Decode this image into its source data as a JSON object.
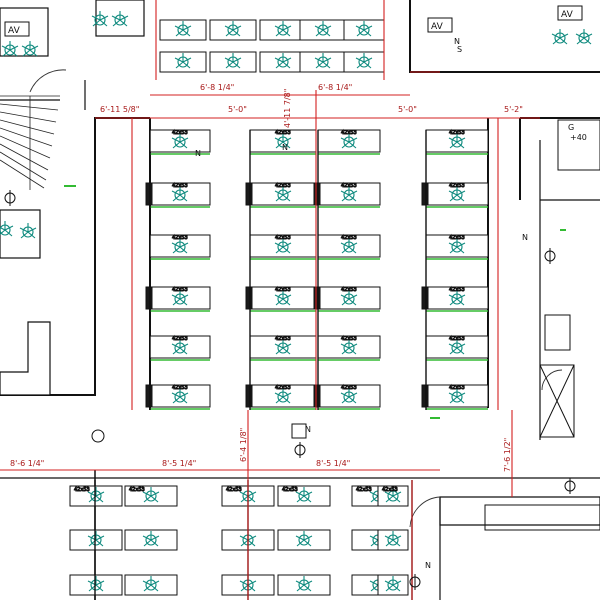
{
  "colors": {
    "wall": "#111111",
    "fine": "#333333",
    "dimension": "#d32020",
    "furniture": "#0e8a7e",
    "green": "#33bb33",
    "cabinet": "#1a1a1a"
  },
  "dimensions": {
    "d1": "6'-11 5/8\"",
    "d2": "5'-0\"",
    "d3": "4'-11 7/8\"",
    "d4": "5'-0\"",
    "d5": "5'-2\"",
    "d6": "6'-8 1/4\"",
    "d7": "6'-8 1/4\"",
    "d8": "6'-4 1/8\"",
    "d9": "7'-6 1/2\"",
    "d10": "8'-6 1/4\"",
    "d11": "8'-5 1/4\"",
    "d12": "8'-5 1/4\""
  },
  "labels": {
    "desk_size": "42x53",
    "av": "AV",
    "plus_forty": "+40",
    "n": "N",
    "g": "G",
    "s": "S"
  },
  "icons": {
    "chair": "office-chair-icon",
    "outlet": "power-outlet-icon",
    "av_plate": "av-plate-icon",
    "door": "door-swing-icon",
    "stair": "stair-icon"
  }
}
